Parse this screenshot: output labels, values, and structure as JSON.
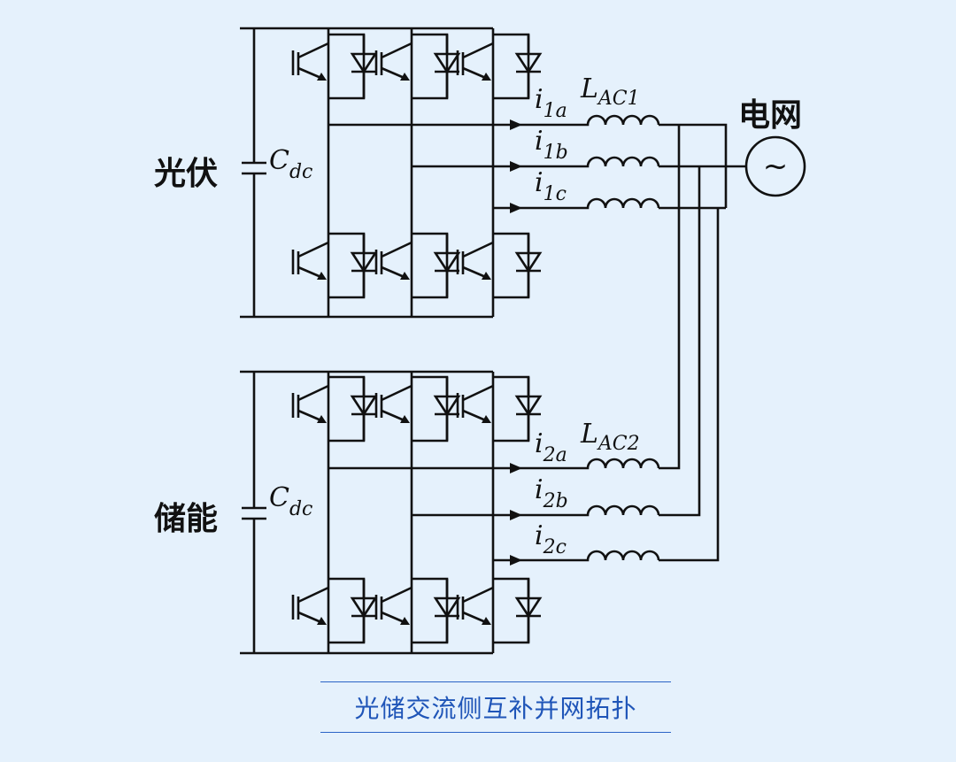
{
  "labels": {
    "pv": "光伏",
    "storage": "储能",
    "grid": "电网",
    "ac_source": "~",
    "capacitor_upper": {
      "main": "C",
      "sub": "dc"
    },
    "capacitor_lower": {
      "main": "C",
      "sub": "dc"
    },
    "inductor_upper": {
      "main": "L",
      "sub": "AC1"
    },
    "inductor_lower": {
      "main": "L",
      "sub": "AC2"
    },
    "currents_upper": [
      {
        "main": "i",
        "sub": "1a"
      },
      {
        "main": "i",
        "sub": "1b"
      },
      {
        "main": "i",
        "sub": "1c"
      }
    ],
    "currents_lower": [
      {
        "main": "i",
        "sub": "2a"
      },
      {
        "main": "i",
        "sub": "2b"
      },
      {
        "main": "i",
        "sub": "2c"
      }
    ]
  },
  "caption": "光储交流侧互补并网拓扑",
  "colors": {
    "line": "#111111",
    "background": "#e5f1fc",
    "caption": "#1f55b8"
  }
}
